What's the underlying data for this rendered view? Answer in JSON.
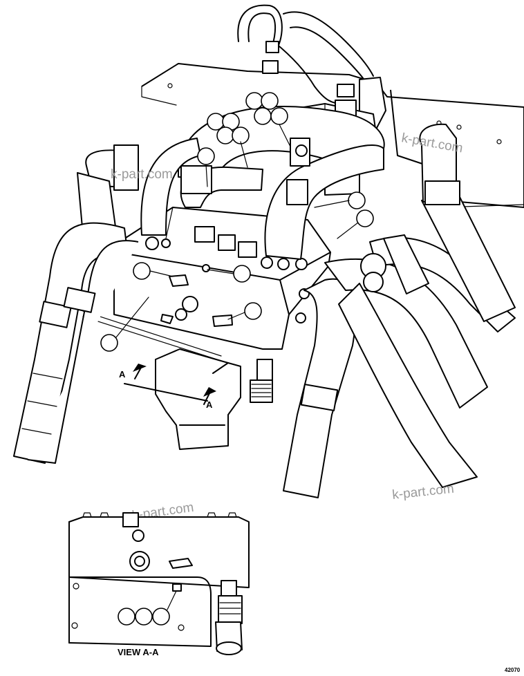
{
  "labels": {
    "section_arrow_upper": "A",
    "section_arrow_lower": "A",
    "view_title": "VIEW A-A",
    "drawing_code": "42070"
  },
  "watermarks": [
    "k-part.com",
    "k-part.com",
    "k-part.com",
    "k-part.com"
  ],
  "icons": [
    "section-arrow-icon"
  ],
  "colors": {
    "line": "#000000",
    "background": "#ffffff",
    "watermark": "#9a9a9a"
  }
}
